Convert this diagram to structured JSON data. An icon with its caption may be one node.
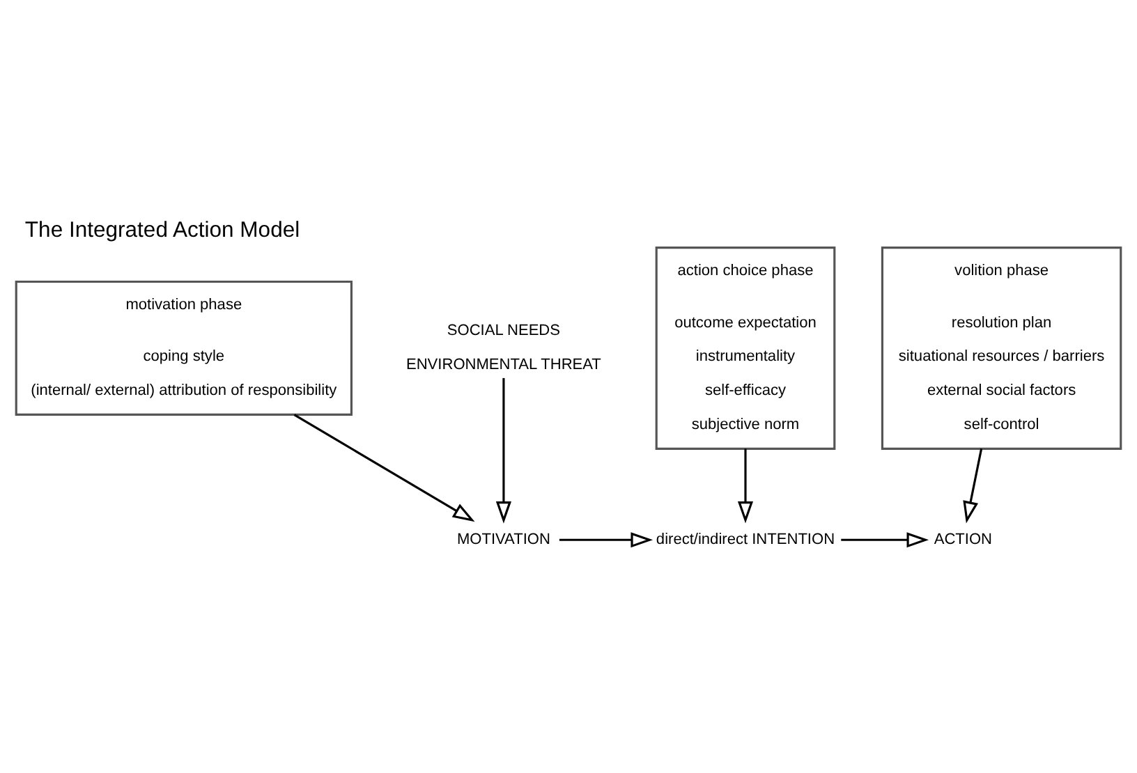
{
  "diagram": {
    "title": "The Integrated Action Model",
    "nodes": [
      {
        "text": [
          "motivation phase",
          "coping style",
          "(internal/ external) attribution of responsibility"
        ]
      },
      {
        "text": [
          "action choice phase",
          "outcome expectation",
          "instrumentality",
          "self-efficacy",
          "subjective norm"
        ]
      },
      {
        "text": [
          "volition phase",
          "resolution plan",
          "situational resources / barriers",
          "external social factors",
          "self-control"
        ]
      },
      {
        "text": [
          "SOCIAL NEEDS",
          "ENVIRONMENTAL THREAT"
        ]
      },
      {
        "text": [
          "MOTIVATION"
        ]
      },
      {
        "text": [
          "direct/indirect INTENTION"
        ]
      },
      {
        "text": [
          "ACTION"
        ]
      }
    ],
    "edges": [
      {
        "from": 3,
        "to": 4,
        "arrow": "to"
      },
      {
        "from": 0,
        "to": 4,
        "arrow": "to"
      },
      {
        "from": 4,
        "to": 5,
        "arrow": "to"
      },
      {
        "from": 1,
        "to": 5,
        "arrow": "to"
      },
      {
        "from": 5,
        "to": 6,
        "arrow": "to"
      },
      {
        "from": 2,
        "to": 6,
        "arrow": "to"
      }
    ]
  }
}
